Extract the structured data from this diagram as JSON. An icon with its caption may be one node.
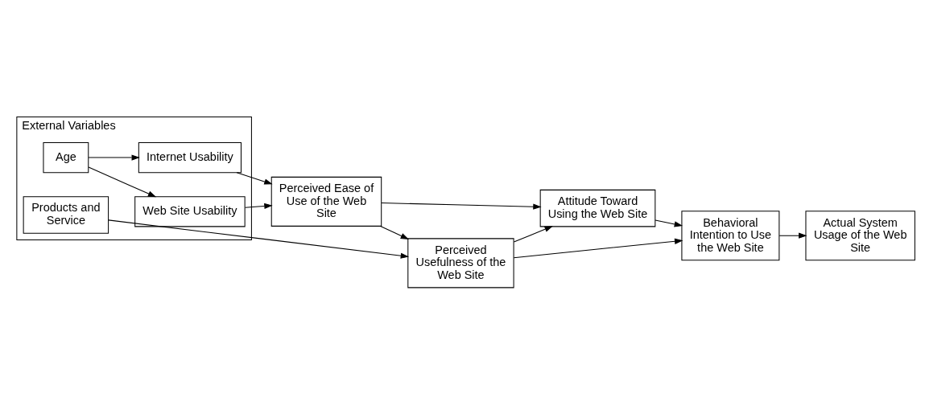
{
  "diagram": {
    "nodes": [
      {
        "text": [
          "External Variables"
        ]
      },
      {
        "text": [
          "Products and Service"
        ],
        "in": 0
      },
      {
        "text": [
          "Web Site Usability"
        ],
        "in": 0
      },
      {
        "text": [
          "Age"
        ],
        "in": 0
      },
      {
        "text": [
          "Internet Usability"
        ],
        "in": 0
      },
      {
        "text": [
          "Perceived Usefulness of the Web Site"
        ]
      },
      {
        "text": [
          "Perceived Ease of Use of the Web Site"
        ]
      },
      {
        "text": [
          "Attitude Toward Using the Web Site"
        ]
      },
      {
        "text": [
          "Behavioral Intention to Use the Web Site"
        ]
      },
      {
        "text": [
          "Actual System Usage of the Web Site"
        ]
      }
    ],
    "edges": [
      {
        "from": 1,
        "to": 5,
        "arrow": "to"
      },
      {
        "from": 3,
        "to": 2,
        "arrow": "to"
      },
      {
        "from": 3,
        "to": 4,
        "arrow": "to"
      },
      {
        "from": 2,
        "to": 6,
        "arrow": "to"
      },
      {
        "from": 4,
        "to": 6,
        "arrow": "to"
      },
      {
        "from": 6,
        "to": 5,
        "arrow": "to"
      },
      {
        "from": 5,
        "to": 7,
        "arrow": "to"
      },
      {
        "from": 6,
        "to": 7,
        "arrow": "to"
      },
      {
        "from": 5,
        "to": 8,
        "arrow": "to"
      },
      {
        "from": 7,
        "to": 8,
        "arrow": "to"
      },
      {
        "from": 8,
        "to": 9,
        "arrow": "to"
      }
    ]
  }
}
